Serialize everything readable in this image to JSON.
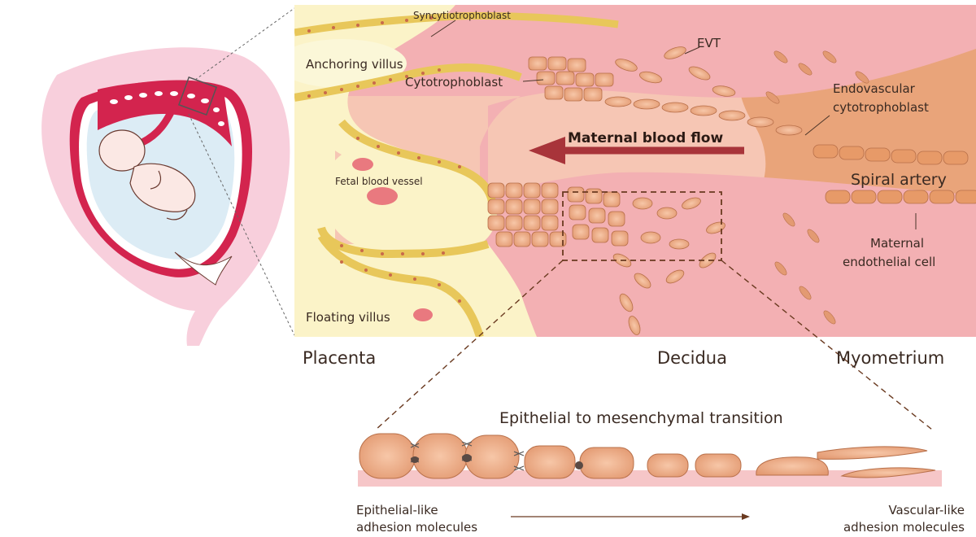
{
  "labels": {
    "syncytiotrophoblast": "Syncytiotrophoblast",
    "anchoring_villus": "Anchoring villus",
    "cytotrophoblast": "Cytotrophoblast",
    "evt": "EVT",
    "endovascular_line1": "Endovascular",
    "endovascular_line2": "cytotrophoblast",
    "maternal_blood_flow": "Maternal blood flow",
    "fetal_blood_vessel": "Fetal blood vessel",
    "spiral_artery": "Spiral artery",
    "maternal_endothelial_line1": "Maternal",
    "maternal_endothelial_line2": "endothelial cell",
    "floating_villus": "Floating villus",
    "placenta": "Placenta",
    "decidua": "Decidua",
    "myometrium": "Myometrium",
    "emt_title": "Epithelial to mesenchymal transition",
    "epithelial_line1": "Epithelial-like",
    "epithelial_line2": "adhesion molecules",
    "vascular_line1": "Vascular-like",
    "vascular_line2": "adhesion molecules"
  },
  "colors": {
    "placenta_bg": "#fbf3c8",
    "decidua_bg": "#f6c6b4",
    "myometrium_bg": "#e9a47a",
    "blood": "#f2aeb0",
    "cell_fill": "#f0b08e",
    "cell_stroke": "#b8704a",
    "arrow": "#a8343a",
    "uterus_pink": "#f7c9d8",
    "uterus_red": "#d3244e",
    "amnion": "#dcecf5"
  }
}
